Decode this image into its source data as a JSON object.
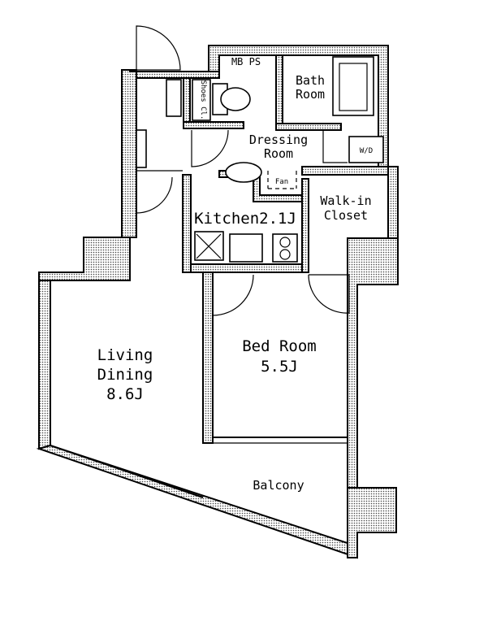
{
  "rooms": {
    "living_line1": "Living",
    "living_line2": "Dining",
    "living_size": "8.6J",
    "bed_line1": "Bed Room",
    "bed_size": "5.5J",
    "kitchen": "Kitchen2.1J",
    "walkin_line1": "Walk-in",
    "walkin_line2": "Closet",
    "dressing_line1": "Dressing",
    "dressing_line2": "Room",
    "bath_line1": "Bath",
    "bath_line2": "Room",
    "balcony": "Balcony",
    "mbps": "MB PS",
    "shoes_closet": "Shoes Cl.",
    "washer": "W/D",
    "fan": "Fan"
  }
}
